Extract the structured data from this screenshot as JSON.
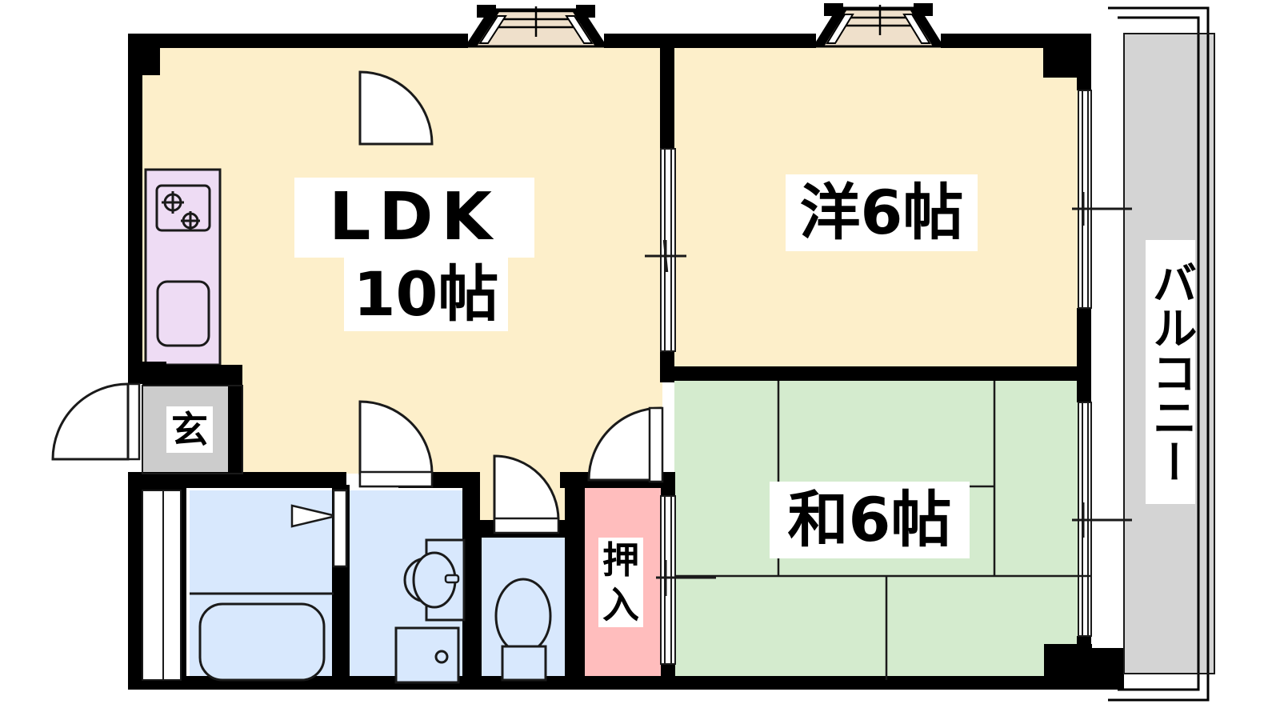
{
  "plan": {
    "type": "japanese-apartment-floor-plan",
    "layout_code": "2LDK",
    "colors": {
      "wall": "#000000",
      "floor_ldk": "#FDEFCA",
      "floor_western": "#FDEFCA",
      "tatami": "#D4EBCE",
      "water_area": "#D8E8FD",
      "closet": "#FFBDBD",
      "kitchen_counter": "#EEDCF4",
      "balcony": "#D4D4D4",
      "entrance_tile": "#CCCCCC",
      "bay_window": "#EFE0CB",
      "label_bg": "#FFFFFF",
      "text": "#000000",
      "line": "#1A1A1A"
    }
  },
  "rooms": [
    {
      "id": "ldk",
      "name": "LDK",
      "label_line1": "LDK",
      "label_line2": "10帖",
      "area_jo": 10,
      "kind": "living-dining-kitchen"
    },
    {
      "id": "western6",
      "name": "洋室6帖",
      "label_line1": "洋6帖",
      "label_line2": "",
      "area_jo": 6,
      "kind": "western-room"
    },
    {
      "id": "japanese6",
      "name": "和室6帖",
      "label_line1": "和6帖",
      "label_line2": "",
      "area_jo": 6,
      "kind": "tatami-room"
    },
    {
      "id": "balcony",
      "name": "バルコニー",
      "label_line1": "バルコニー",
      "label_line2": "",
      "area_jo": null,
      "kind": "balcony"
    },
    {
      "id": "genkan",
      "name": "玄関",
      "label_line1": "玄",
      "label_line2": "",
      "area_jo": null,
      "kind": "entrance"
    },
    {
      "id": "oshiire",
      "name": "押入",
      "label_line1": "押",
      "label_line2": "入",
      "area_jo": null,
      "kind": "closet"
    }
  ],
  "labels": {
    "ldk": "LDK",
    "ldk_area": "10帖",
    "western": "洋6帖",
    "japanese": "和6帖",
    "balcony": "バルコニー",
    "genkan": "玄",
    "oshiire_top": "押",
    "oshiire_bottom": "入"
  },
  "fixtures": [
    {
      "id": "stove",
      "name": "ガスコンロ",
      "icon": "stove-2-burner"
    },
    {
      "id": "sink",
      "name": "シンク",
      "icon": "kitchen-sink"
    },
    {
      "id": "bathtub",
      "name": "浴槽",
      "icon": "bathtub"
    },
    {
      "id": "washbasin",
      "name": "洗面台",
      "icon": "washbasin"
    },
    {
      "id": "washer",
      "name": "洗濯機置場",
      "icon": "washing-machine"
    },
    {
      "id": "toilet",
      "name": "トイレ",
      "icon": "toilet"
    },
    {
      "id": "bay_window_1",
      "name": "出窓(LDK)",
      "icon": "bay-window"
    },
    {
      "id": "bay_window_2",
      "name": "出窓(洋室)",
      "icon": "bay-window"
    }
  ],
  "openings": [
    {
      "id": "entrance-door",
      "type": "hinged-door",
      "swing": "out-left"
    },
    {
      "id": "bath-door",
      "type": "hinged-door",
      "swing": "in-right"
    },
    {
      "id": "toilet-door",
      "type": "hinged-door",
      "swing": "in-left"
    },
    {
      "id": "japanese-room-door",
      "type": "hinged-door",
      "swing": "in-left"
    },
    {
      "id": "ldk-western-sliding",
      "type": "sliding-door",
      "swing": null
    },
    {
      "id": "oshiire-sliding",
      "type": "sliding-door",
      "swing": null
    },
    {
      "id": "balcony-sliding-1",
      "type": "sliding-door",
      "swing": null
    },
    {
      "id": "balcony-sliding-2",
      "type": "sliding-door",
      "swing": null
    },
    {
      "id": "bath-window",
      "type": "window",
      "swing": null
    }
  ]
}
